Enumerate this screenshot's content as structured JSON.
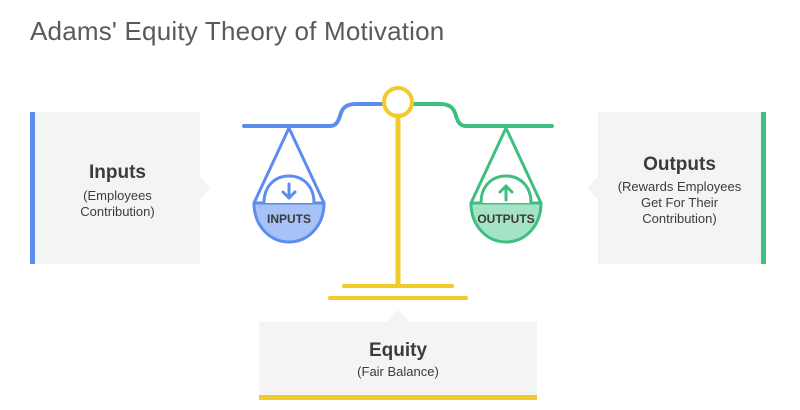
{
  "title": "Adams' Equity Theory of Motivation",
  "inputs_card": {
    "title": "Inputs",
    "subtitle": "(Employees\nContribution)"
  },
  "outputs_card": {
    "title": "Outputs",
    "subtitle": "(Rewards Employees\nGet For Their\nContribution)"
  },
  "equity_card": {
    "title": "Equity",
    "subtitle": "(Fair Balance)"
  },
  "scale": {
    "left_pan_label": "INPUTS",
    "right_pan_label": "OUTPUTS"
  },
  "colors": {
    "inputs": "#5b8def",
    "inputs_fill": "#a6c2f6",
    "outputs": "#3fbf7f",
    "outputs_fill": "#a4e3c4",
    "equity": "#f2cb2b",
    "card_bg": "#f4f4f4"
  },
  "icons": {
    "left_pan_icon": "arrow-down-icon",
    "right_pan_icon": "arrow-up-icon"
  }
}
